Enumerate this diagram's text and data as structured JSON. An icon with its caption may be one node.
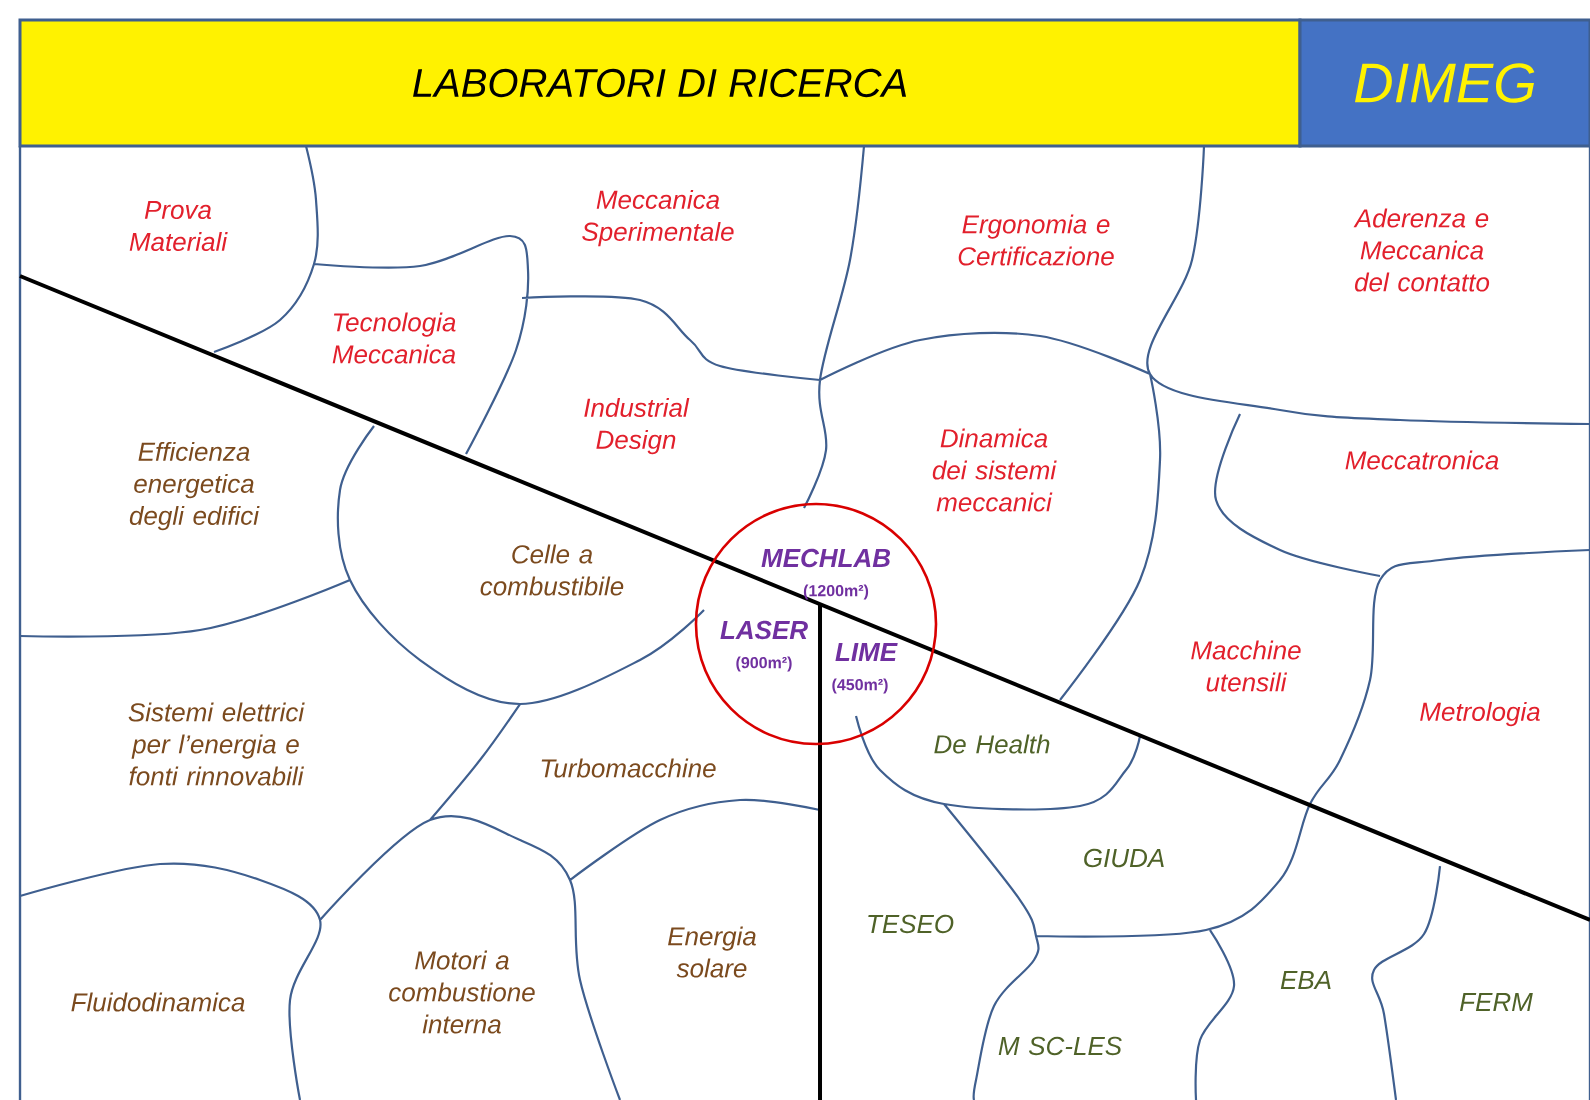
{
  "diagram": {
    "title": "LABORATORI DI RICERCA",
    "nodes": [
      {
        "text": [
          "DIMEG"
        ]
      },
      {
        "text": [
          "Prova Materiali"
        ]
      },
      {
        "text": [
          "Meccanica Sperimentale"
        ]
      },
      {
        "text": [
          "Ergonomia e Certificazione"
        ]
      },
      {
        "text": [
          "Aderenza e Meccanica del contatto"
        ]
      },
      {
        "text": [
          "Tecnologia Meccanica"
        ]
      },
      {
        "text": [
          "Industrial Design"
        ]
      },
      {
        "text": [
          "Dinamica dei sistemi meccanici"
        ]
      },
      {
        "text": [
          "Meccatronica"
        ]
      },
      {
        "text": [
          "Efficienza energetica degli edifici"
        ]
      },
      {
        "text": [
          "Celle a combustibile"
        ]
      },
      {
        "text": [
          "MECHLAB",
          "(1200m²)",
          "LASER",
          "(900m²)",
          "LIME",
          "(450m²)"
        ]
      },
      {
        "text": [
          "Macchine utensili"
        ]
      },
      {
        "text": [
          "Metrologia"
        ]
      },
      {
        "text": [
          "Sistemi elettrici per l’energia e fonti rinnovabili"
        ]
      },
      {
        "text": [
          "Turbomacchine"
        ]
      },
      {
        "text": [
          "De Health"
        ]
      },
      {
        "text": [
          "GIUDA"
        ]
      },
      {
        "text": [
          "TESEO"
        ]
      },
      {
        "text": [
          "Motori a combustione interna"
        ]
      },
      {
        "text": [
          "Energia solare"
        ]
      },
      {
        "text": [
          "Fluidodinamica"
        ]
      },
      {
        "text": [
          "EBA"
        ]
      },
      {
        "text": [
          "FERM"
        ]
      },
      {
        "text": [
          "M SC-LES"
        ]
      }
    ]
  }
}
